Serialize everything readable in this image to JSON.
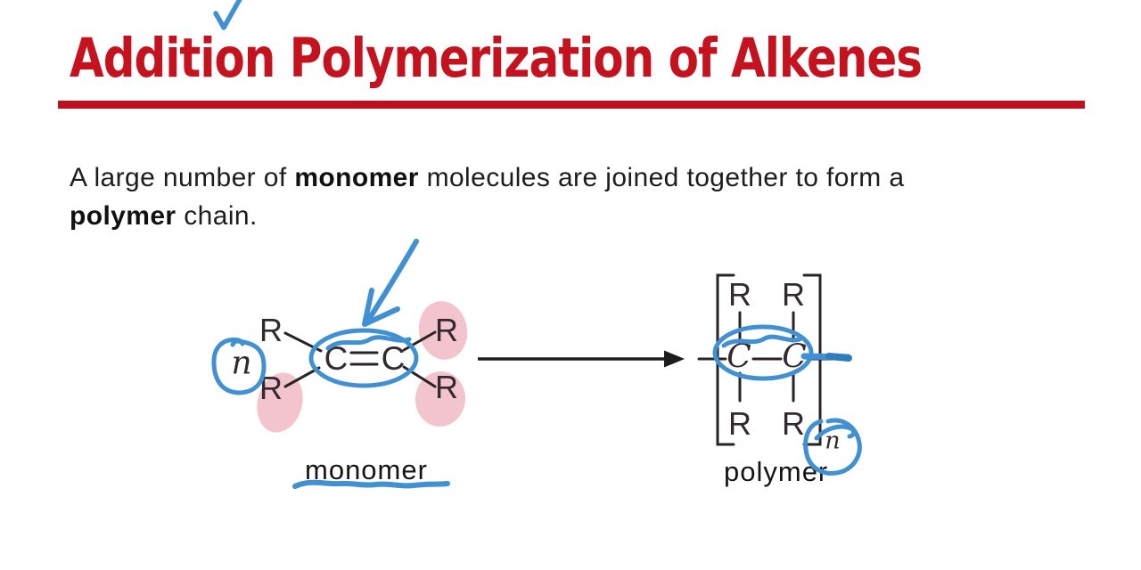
{
  "title": "Addition Polymerization of Alkenes",
  "body": {
    "line1_pre": "A large number of ",
    "line1_bold": "monomer",
    "line1_post": " molecules are joined together to form a",
    "line2_bold": "polymer",
    "line2_post": " chain."
  },
  "diagram": {
    "monomer_label": "monomer",
    "polymer_label": "polymer",
    "coefficient_n": "n",
    "repeat_subscript_n": "n",
    "r_group": "R",
    "carbon": "C"
  },
  "colors": {
    "accent_red": "#c4121e",
    "ink": "#1d1d1f",
    "structure_ink": "#332a31",
    "annotation_blue": "#4190d2",
    "highlight_pink": "#f3c4ce"
  }
}
